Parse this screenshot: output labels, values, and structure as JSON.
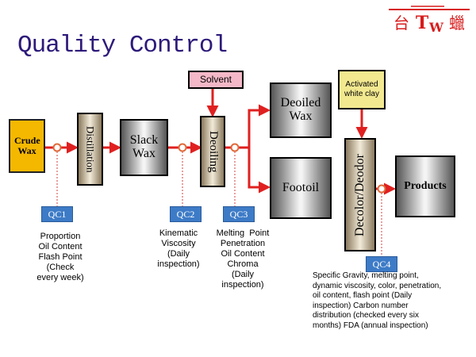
{
  "title": "Quality Control",
  "logo": {
    "chars": [
      "台",
      "T",
      "W",
      "蠟"
    ]
  },
  "nodes": {
    "crude": "Crude Wax",
    "distillation": "Distillation",
    "slack": "Slack Wax",
    "deoiling": "Deoiling",
    "deoiled": "Deoiled Wax",
    "footoil": "Footoil",
    "decolor": "Decolor/Deodor",
    "products": "Products",
    "solvent": "Solvent",
    "clay": "Activated white clay"
  },
  "qc_labels": [
    "QC1",
    "QC2",
    "QC3",
    "QC4"
  ],
  "qc1_lines": [
    "Proportion",
    "Oil Content",
    "Flash Point",
    "(Check",
    "every week)"
  ],
  "qc2_lines": [
    "Kinematic",
    "Viscosity",
    "(Daily",
    "inspection)"
  ],
  "qc3_lines": [
    "Melting  Point",
    "Penetration",
    "Oil Content",
    "Chroma",
    "(Daily",
    "inspection)"
  ],
  "qc4_text": "Specific Gravity, melting point, dynamic viscosity, color, penetration, oil content, flash point (Daily inspection) Carbon number distribution (checked every six months) FDA (annual inspection)",
  "colors": {
    "title": "#2e1a7a",
    "arrow": "#e02020",
    "qc": "#3d7bc7",
    "crude": "#f5b800",
    "solvent": "#f4b8c8",
    "clay": "#f2e890",
    "dotted": "#d04040",
    "logo": "#d81c1c"
  }
}
